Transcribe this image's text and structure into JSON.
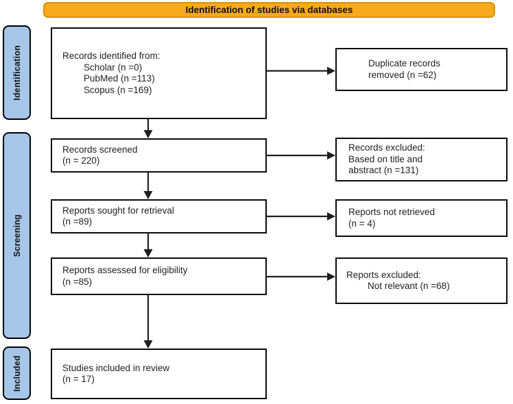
{
  "banner": {
    "label": "Identification of studies via databases"
  },
  "colors": {
    "banner_fill": "#F9A91C",
    "banner_border": "#D99000",
    "sidebar_fill": "#A5C6E9",
    "box_background": "#FFFFFF",
    "box_border": "#0A0A0A",
    "arrow": "#1F1F1F"
  },
  "sidebar": {
    "labels": [
      "Identification",
      "Screening",
      "Included"
    ]
  },
  "flow": {
    "records_identified": {
      "title": "Records identified from:",
      "items": [
        "Scholar (n =0)",
        "PubMed (n =113)",
        "Scopus (n =169)"
      ]
    },
    "records_screened": {
      "line1": "Records screened",
      "line2": "(n = 220)"
    },
    "reports_sought": {
      "line1": "Reports sought for retrieval",
      "line2": "(n =89)"
    },
    "reports_assessed": {
      "line1": "Reports assessed for eligibility",
      "line2": "(n =85)"
    },
    "studies_included": {
      "line1": "Studies included in review",
      "line2": "(n = 17)"
    }
  },
  "side_boxes": {
    "duplicates_removed": {
      "line1": "Duplicate records",
      "line2": "removed (n =62)"
    },
    "records_excluded": {
      "line1": "Records excluded:",
      "line2": "Based on title and",
      "line3": "abstract (n =131)"
    },
    "reports_not_retrieved": {
      "line1": "Reports not retrieved",
      "line2": "(n = 4)"
    },
    "reports_excluded": {
      "line1": "Reports excluded:",
      "line2_indented": "Not relevant (n =68)"
    }
  }
}
